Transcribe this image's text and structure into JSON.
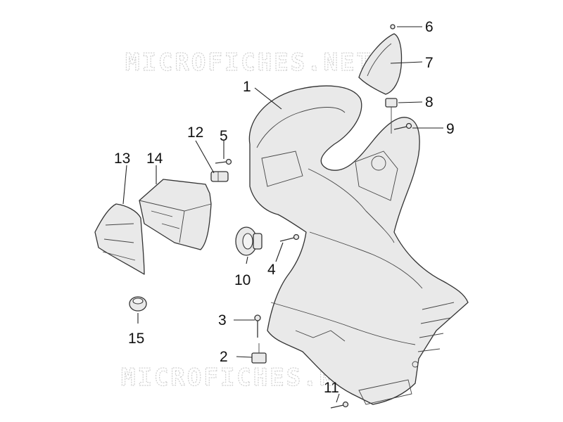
{
  "watermarks": [
    "MICROFICHES.NET",
    "MICROFICHES.NET"
  ],
  "callouts": [
    {
      "id": "1",
      "label": "1"
    },
    {
      "id": "2",
      "label": "2"
    },
    {
      "id": "3",
      "label": "3"
    },
    {
      "id": "4",
      "label": "4"
    },
    {
      "id": "5",
      "label": "5"
    },
    {
      "id": "6",
      "label": "6"
    },
    {
      "id": "7",
      "label": "7"
    },
    {
      "id": "8",
      "label": "8"
    },
    {
      "id": "9",
      "label": "9"
    },
    {
      "id": "10",
      "label": "10"
    },
    {
      "id": "11",
      "label": "11"
    },
    {
      "id": "12",
      "label": "12"
    },
    {
      "id": "13",
      "label": "13"
    },
    {
      "id": "14",
      "label": "14"
    },
    {
      "id": "15",
      "label": "15"
    }
  ],
  "colors": {
    "line": "#333333",
    "fill": "#e9e9e9",
    "watermark": "#cfcfcf"
  }
}
